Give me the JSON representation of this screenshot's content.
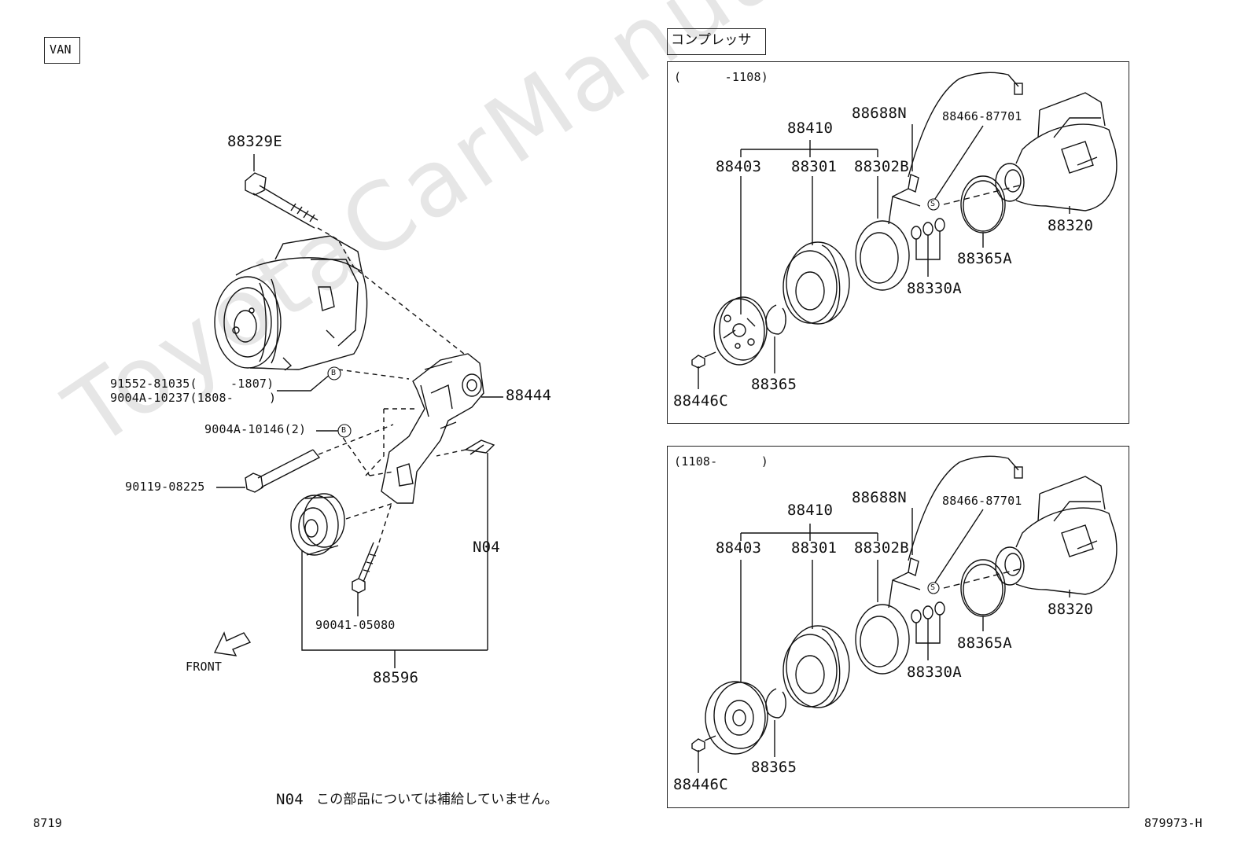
{
  "watermark": "ToyotaCarManual",
  "header": {
    "badge": "VAN",
    "section_title": "コンプレッサ"
  },
  "left_diagram": {
    "labels": {
      "bolt_top": "88329E",
      "bracket": "88444",
      "bolt_a_l1": "91552-81035(",
      "bolt_a_l1b": "-1807)",
      "bolt_a_l2": "9004A-10237(1808-",
      "bolt_a_l2b": ")",
      "bolt_b": "9004A-10146(2)",
      "bolt_long": "90119-08225",
      "n04": "N04",
      "idler_bolt": "90041-05080",
      "idler_assy": "88596",
      "front": "FRONT",
      "marker_b": "B"
    }
  },
  "panels": [
    {
      "range": "(      -1108)",
      "labels": {
        "clutch_assy": "88410",
        "hub": "88403",
        "pulley": "88301",
        "stator": "88302B",
        "clamp": "88688N",
        "wire": "88466-87701",
        "compressor": "88320",
        "oring": "88365A",
        "shims": "88330A",
        "snap_ring": "88365",
        "bolt": "88446C",
        "marker_s": "S"
      }
    },
    {
      "range": "(1108-      )",
      "labels": {
        "clutch_assy": "88410",
        "hub": "88403",
        "pulley": "88301",
        "stator": "88302B",
        "clamp": "88688N",
        "wire": "88466-87701",
        "compressor": "88320",
        "oring": "88365A",
        "shims": "88330A",
        "snap_ring": "88365",
        "bolt": "88446C",
        "marker_s": "S"
      }
    }
  ],
  "footer": {
    "note_code": "N04",
    "note_text": "この部品については補給していません。",
    "page_left": "8719",
    "page_right": "879973-H"
  }
}
